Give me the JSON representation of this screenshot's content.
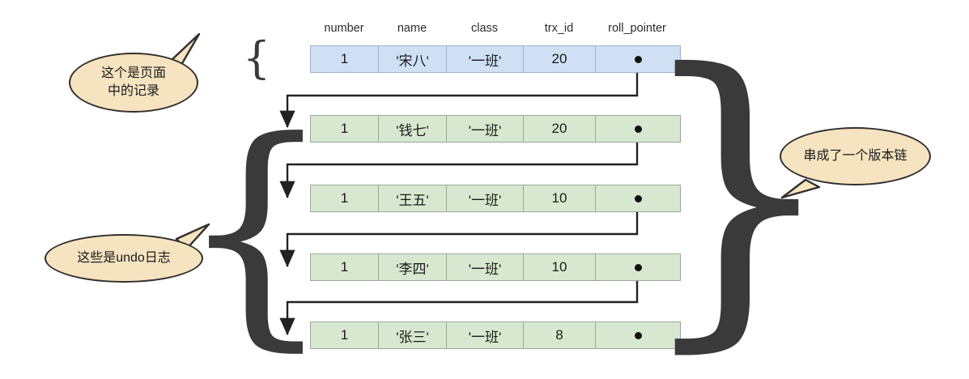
{
  "diagram": {
    "title": "MySQL InnoDB undo log version chain",
    "colors": {
      "page_record_fill": "#cfe0f5",
      "undo_record_fill": "#d8e8d0",
      "callout_fill": "#f6e3c0",
      "stroke": "#31302e",
      "pointer_dot": "#111111"
    },
    "columns": [
      "number",
      "name",
      "class",
      "trx_id",
      "roll_pointer"
    ],
    "rows": [
      {
        "kind": "page-record",
        "number": "1",
        "name": "'宋八'",
        "class": "'一班'",
        "trx_id": "20",
        "roll_pointer": "●",
        "has_outgoing_pointer": true
      },
      {
        "kind": "undo-record",
        "number": "1",
        "name": "'钱七'",
        "class": "'一班'",
        "trx_id": "20",
        "roll_pointer": "●",
        "has_outgoing_pointer": true
      },
      {
        "kind": "undo-record",
        "number": "1",
        "name": "'王五'",
        "class": "'一班'",
        "trx_id": "10",
        "roll_pointer": "●",
        "has_outgoing_pointer": true
      },
      {
        "kind": "undo-record",
        "number": "1",
        "name": "'李四'",
        "class": "'一班'",
        "trx_id": "10",
        "roll_pointer": "●",
        "has_outgoing_pointer": true
      },
      {
        "kind": "undo-record",
        "number": "1",
        "name": "'张三'",
        "class": "'一班'",
        "trx_id": "8",
        "roll_pointer": "●",
        "has_outgoing_pointer": false
      }
    ],
    "callouts": [
      {
        "id": "page-record-callout",
        "line1": "这个是页面",
        "line2": "中的记录"
      },
      {
        "id": "undo-log-callout",
        "line1": "这些是undo日志",
        "line2": ""
      },
      {
        "id": "version-chain-callout",
        "line1": "串成了一个版本链",
        "line2": ""
      }
    ],
    "braces": {
      "page_record_brace": "{",
      "undo_group_brace": "{",
      "version_chain_brace": "}"
    }
  }
}
